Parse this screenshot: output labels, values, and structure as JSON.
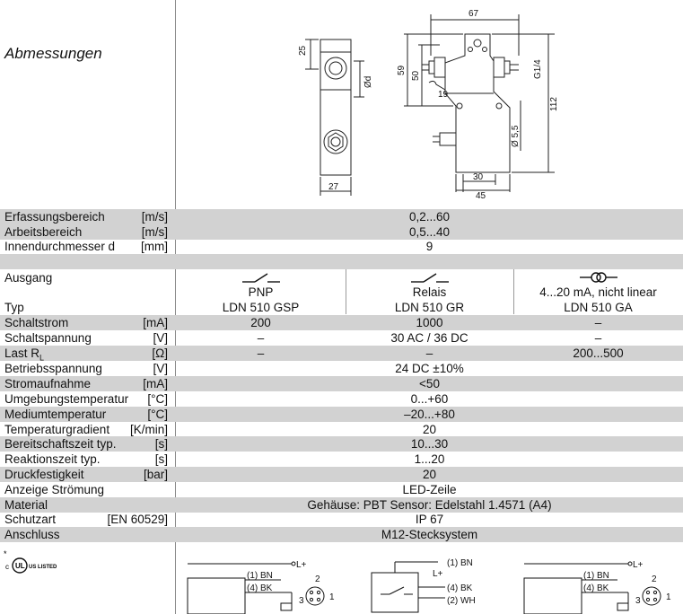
{
  "section_title": "Abmessungen",
  "dimensions": {
    "d25": "25",
    "d27": "27",
    "dd": "Ød",
    "d67": "67",
    "d59": "59",
    "d50": "50",
    "d19": "19",
    "d55": "Ø 5,5",
    "g14": "G1/4",
    "d112": "112",
    "d30": "30",
    "d45": "45"
  },
  "rows_top": [
    {
      "label": "Erfassungsbereich",
      "unit": "[m/s]",
      "value": "0,2...60"
    },
    {
      "label": "Arbeitsbereich",
      "unit": "[m/s]",
      "value": "0,5...40"
    },
    {
      "label": "Innendurchmesser d",
      "unit": "[mm]",
      "value": "9"
    }
  ],
  "output": {
    "label": "Ausgang",
    "type_label": "Typ",
    "columns": [
      {
        "output": "PNP",
        "type": "LDN 510 GSP",
        "icon": "switch-symbol-icon"
      },
      {
        "output": "Relais",
        "type": "LDN 510 GR",
        "icon": "switch-symbol-icon"
      },
      {
        "output": "4...20 mA, nicht linear",
        "type": "LDN 510 GA",
        "icon": "current-loop-icon"
      }
    ]
  },
  "rows_split": [
    {
      "label": "Schaltstrom",
      "unit": "[mA]",
      "values": [
        "200",
        "1000",
        "–"
      ]
    },
    {
      "label": "Schaltspannung",
      "unit": "[V]",
      "values": [
        "–",
        "30 AC / 36 DC",
        "–"
      ]
    },
    {
      "label": "Last R",
      "label_sub": "L",
      "unit": "[Ω]",
      "values": [
        "–",
        "–",
        "200...500"
      ]
    }
  ],
  "rows_full": [
    {
      "label": "Betriebsspannung",
      "unit": "[V]",
      "value": "24 DC ±10%"
    },
    {
      "label": "Stromaufnahme",
      "unit": "[mA]",
      "value": "<50"
    },
    {
      "label": "Umgebungstemperatur",
      "unit": "[°C]",
      "value": "0...+60"
    },
    {
      "label": "Mediumtemperatur",
      "unit": "[°C]",
      "value": "–20...+80"
    },
    {
      "label": "Temperaturgradient",
      "unit": "[K/min]",
      "value": "20"
    },
    {
      "label": "Bereitschaftszeit typ.",
      "unit": "[s]",
      "value": "10...30"
    },
    {
      "label": "Reaktionszeit typ.",
      "unit": "[s]",
      "value": "1...20"
    },
    {
      "label": "Druckfestigkeit",
      "unit": "[bar]",
      "value": "20"
    },
    {
      "label": "Anzeige Strömung",
      "unit": "",
      "value": "LED-Zeile"
    },
    {
      "label": "Material",
      "unit": "",
      "value": "Gehäuse: PBT  Sensor: Edelstahl 1.4571 (A4)"
    },
    {
      "label": "Schutzart",
      "unit": "[EN 60529]",
      "value": "IP 67"
    },
    {
      "label": "Anschluss",
      "unit": "",
      "value": "M12-Stecksystem"
    }
  ],
  "certification": {
    "mark": "UL",
    "text": "US LISTED"
  },
  "wiring": {
    "lplus": "L+",
    "bn": "(1) BN",
    "bk": "(4) BK",
    "wh": "(2) WH",
    "pin1": "1",
    "pin2": "2",
    "pin3": "3"
  }
}
